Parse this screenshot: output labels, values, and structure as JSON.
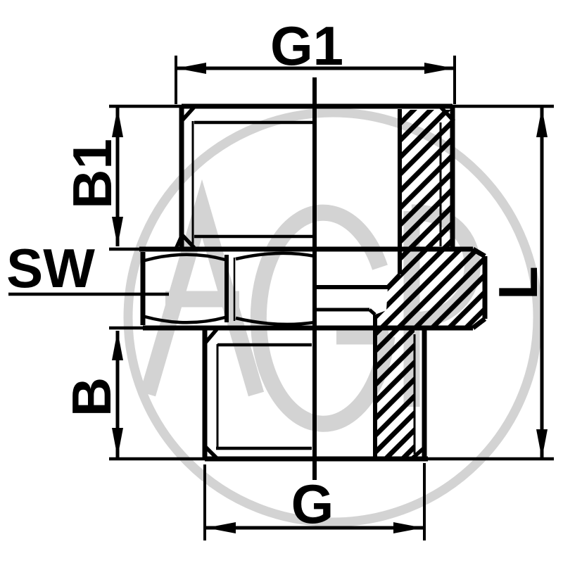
{
  "drawing": {
    "type": "technical-dimension-drawing",
    "subject": "reducing-double-nipple-fitting-section-view",
    "labels": {
      "g1": "G1",
      "b1": "B1",
      "sw": "SW",
      "b": "B",
      "g": "G",
      "l": "L"
    }
  },
  "watermark": {
    "text": "AGP"
  },
  "colors": {
    "line": "#000000",
    "background": "#ffffff",
    "watermark": "#d3d3d3"
  }
}
